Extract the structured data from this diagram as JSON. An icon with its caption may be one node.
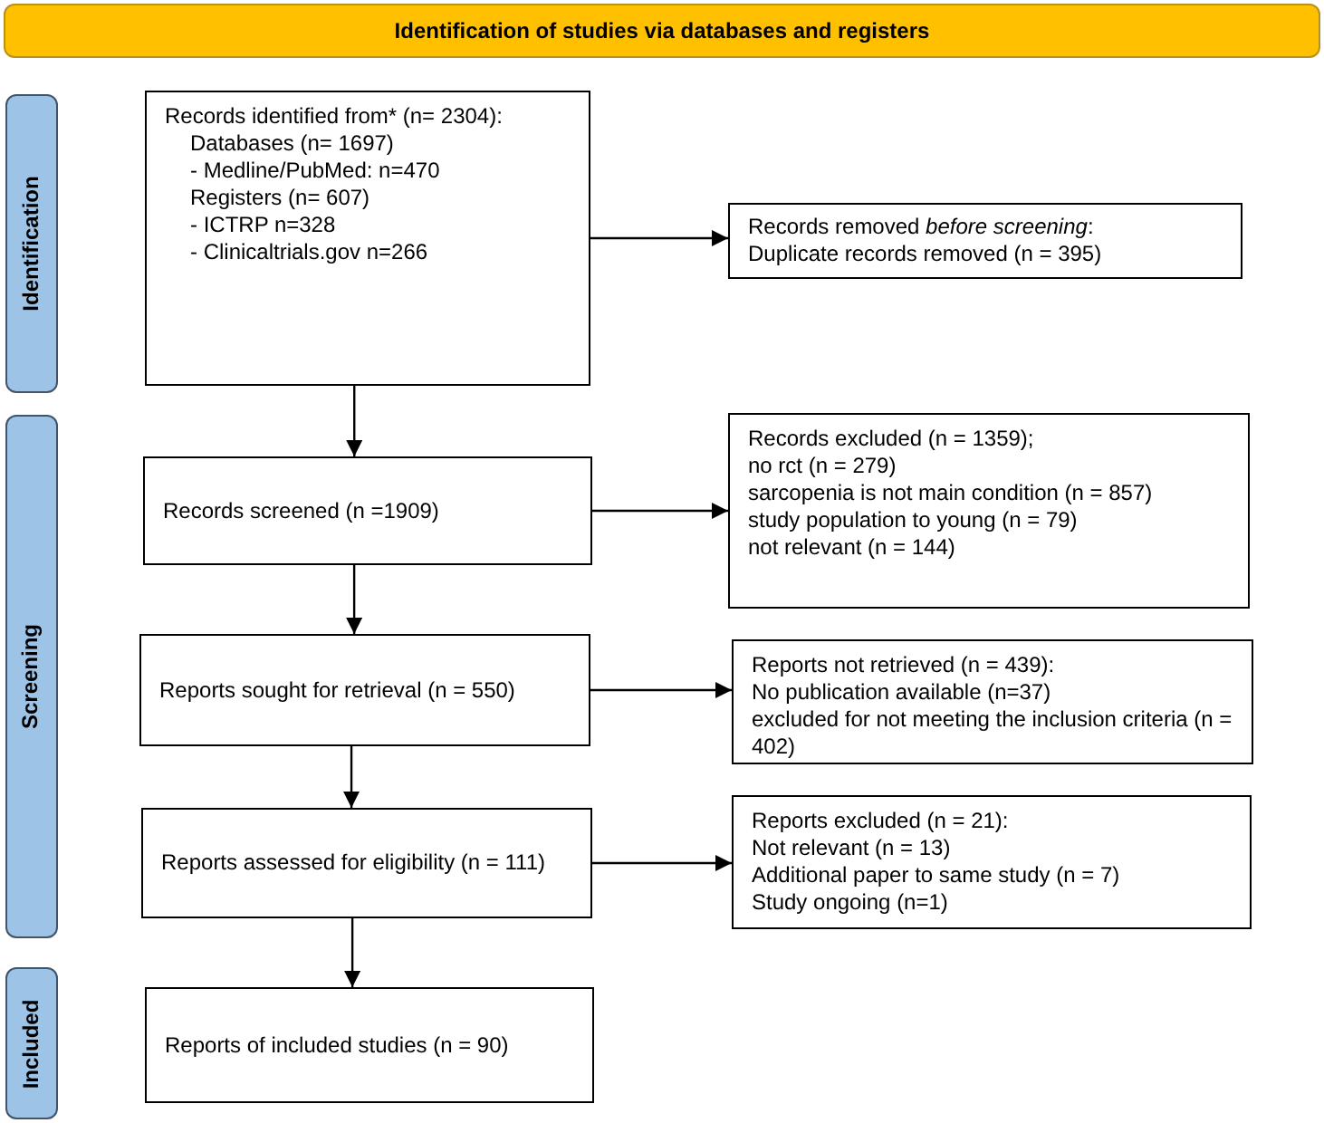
{
  "diagram": {
    "nodes": [
      {
        "text": [
          "Identification of studies via databases and registers"
        ]
      },
      {
        "text": [
          "Identification"
        ]
      },
      {
        "text": [
          "Records identified from* (n= 2304):",
          "Databases (n= 1697)",
          "- Medline/PubMed: n=470",
          "Registers (n= 607)",
          "- ICTRP n=328",
          "- Clinicaltrials.gov n=266"
        ]
      },
      {
        "text": [
          "Records removed *before screening*:",
          "Duplicate records removed (n = 395)"
        ]
      },
      {
        "text": [
          "Screening"
        ]
      },
      {
        "text": [
          "Records screened (n =1909)"
        ]
      },
      {
        "text": [
          "Records excluded (n = 1359);",
          "no rct (n = 279)",
          "sarcopenia is not main condition (n = 857)",
          "study population to young (n = 79)",
          "not relevant (n = 144)"
        ]
      },
      {
        "text": [
          "Reports sought for retrieval (n = 550)"
        ]
      },
      {
        "text": [
          "Reports not retrieved (n = 439):",
          "No publication available (n=37)",
          "excluded for not meeting the inclusion criteria (n = 402)"
        ]
      },
      {
        "text": [
          "Reports assessed for eligibility (n = 111)"
        ]
      },
      {
        "text": [
          "Reports excluded (n = 21):",
          "Not relevant (n = 13)",
          "Additional paper to same study (n = 7)",
          "Study ongoing (n=1)"
        ]
      },
      {
        "text": [
          "Included"
        ]
      },
      {
        "text": [
          "Reports of included studies (n = 90)"
        ]
      }
    ],
    "edges": [
      {
        "from": 2,
        "to": 3,
        "arrow": "to"
      },
      {
        "from": 2,
        "to": 5,
        "arrow": "to"
      },
      {
        "from": 5,
        "to": 6,
        "arrow": "to"
      },
      {
        "from": 5,
        "to": 7,
        "arrow": "to"
      },
      {
        "from": 7,
        "to": 8,
        "arrow": "to"
      },
      {
        "from": 7,
        "to": 9,
        "arrow": "to"
      },
      {
        "from": 9,
        "to": 10,
        "arrow": "to"
      },
      {
        "from": 9,
        "to": 12,
        "arrow": "to"
      }
    ]
  }
}
